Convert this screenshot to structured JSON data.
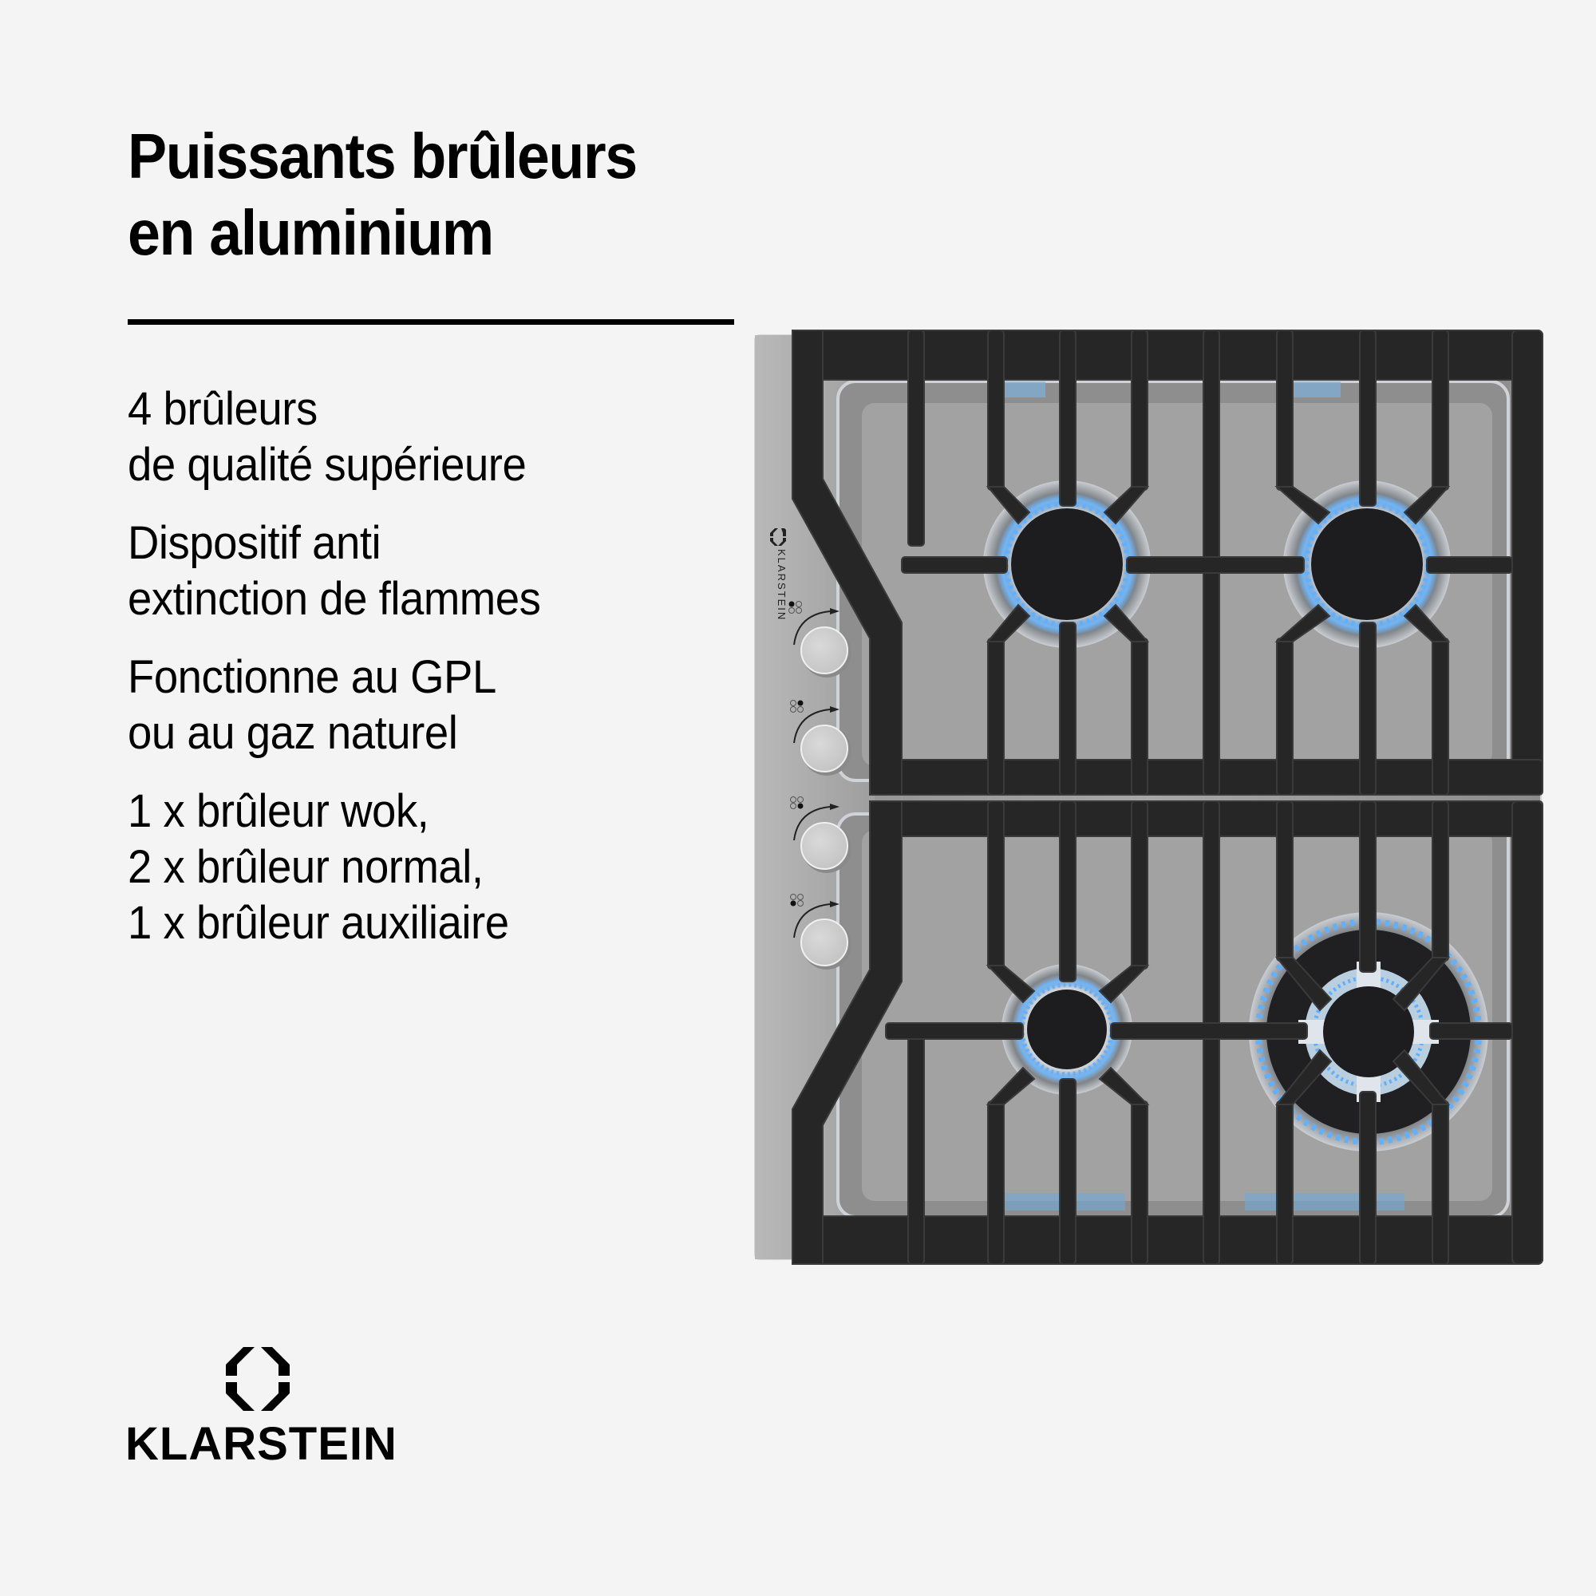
{
  "headline": {
    "line1": "Puissants brûleurs",
    "line2": "en aluminium"
  },
  "features": [
    {
      "lines": [
        "4 brûleurs",
        "de qualité supérieure"
      ]
    },
    {
      "lines": [
        "Dispositif anti",
        "extinction de flammes"
      ]
    },
    {
      "lines": [
        "Fonctionne au GPL",
        "ou au gaz naturel"
      ]
    },
    {
      "lines": [
        "1 x brûleur wok,",
        "2 x brûleur normal,",
        "1 x brûleur auxiliaire"
      ]
    }
  ],
  "brand": {
    "name": "KLARSTEIN",
    "icon": "klarstein-octagon-logo"
  },
  "product": {
    "type": "gas-cooktop",
    "panel_label": "KLARSTEIN",
    "burners": [
      {
        "position": "top-left",
        "kind": "normal"
      },
      {
        "position": "top-right",
        "kind": "normal"
      },
      {
        "position": "bottom-left",
        "kind": "auxiliary"
      },
      {
        "position": "bottom-right",
        "kind": "wok"
      }
    ],
    "knobs": [
      {
        "indicator": "top-left"
      },
      {
        "indicator": "top-right"
      },
      {
        "indicator": "bottom-right"
      },
      {
        "indicator": "bottom-left"
      }
    ]
  },
  "colors": {
    "background": "#f4f4f4",
    "text": "#000000",
    "steel": "#9a9a9a",
    "grate": "#2a2a2a",
    "flame": "#4aa3ff"
  }
}
